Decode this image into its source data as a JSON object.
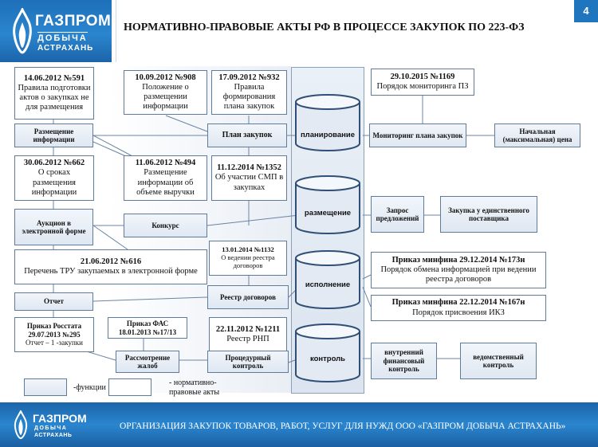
{
  "page_number": "4",
  "logo": {
    "name": "ГАЗПРОМ",
    "line1": "ДОБЫЧА",
    "line2": "АСТРАХАНЬ"
  },
  "title": "НОРМАТИВНО-ПРАВОВЫЕ АКТЫ РФ В ПРОЦЕССЕ ЗАКУПОК ПО 223-ФЗ",
  "processes": {
    "planning": "планирование",
    "placement": "размещение",
    "execution": "исполнение",
    "control": "контроль"
  },
  "acts": {
    "a591": {
      "hdr": "14.06.2012 №591",
      "text": "Правила подготовки актов о закупках не для размещения"
    },
    "a908": {
      "hdr": "10.09.2012 №908",
      "text": "Положение о размещении информации"
    },
    "a932": {
      "hdr": "17.09.2012 №932",
      "text": "Правила формирования плана закупок"
    },
    "a1169": {
      "hdr": "29.10.2015 №1169",
      "text": "Порядок мониторинга ПЗ"
    },
    "a662": {
      "hdr": "30.06.2012 №662",
      "text": "О сроках размещения информации"
    },
    "a494": {
      "hdr": "11.06.2012 №494",
      "text": "Размещение информации об объеме выручки"
    },
    "a1352": {
      "hdr": "11.12.2014 №1352",
      "text": "Об участии СМП в закупках"
    },
    "a616": {
      "hdr": "21.06.2012 №616",
      "text": "Перечень ТРУ закупаемых в электронной форме"
    },
    "a1132": {
      "hdr": "13.01.2014 №1132",
      "text": "О ведении реестра договоров"
    },
    "a173n": {
      "hdr": "Приказ минфина 29.12.2014 №173н",
      "text": "Порядок обмена информацией при ведении реестра договоров"
    },
    "a167n": {
      "hdr": "Приказ минфина 22.12.2014 №167н",
      "text": "Порядок присвоения ИКЗ"
    },
    "rosstat": {
      "hdr": "Приказ Росстата 29.07.2013 №295",
      "text": "Отчет – 1 -закупки"
    },
    "fas": {
      "hdr": "Приказ ФАС 18.01.2013 №17/13",
      "text": ""
    },
    "a1211": {
      "hdr": "22.11.2012 №1211",
      "text": "Реестр РНП"
    }
  },
  "functions": {
    "info_placement": "Размещение информации",
    "plan": "План закупок",
    "monitoring": "Мониторинг плана закупок",
    "nmc": "Начальная (максимальная) цена",
    "auction": "Аукцион в электронной форме",
    "contest": "Конкурс",
    "request": "Запрос предложений",
    "single": "Закупка у единственного поставщика",
    "report": "Отчет",
    "registry": "Реестр договоров",
    "complaints": "Рассмотрение жалоб",
    "procedural": "Процедурный контроль",
    "internal": "внутренний финансовый контроль",
    "departmental": "ведомственный контроль"
  },
  "legend": {
    "functions": "-функции",
    "acts": "- нормативно-правовые акты"
  },
  "footer": {
    "logo_name": "ГАЗПРОМ",
    "logo_line1": "ДОБЫЧА",
    "logo_line2": "АСТРАХАНЬ",
    "text": "ОРГАНИЗАЦИЯ ЗАКУПОК ТОВАРОВ, РАБОТ, УСЛУГ ДЛЯ НУЖД ООО «ГАЗПРОМ ДОБЫЧА АСТРАХАНЬ»"
  },
  "colors": {
    "brand_blue": "#1f76bf",
    "border": "#5f7b9c"
  }
}
